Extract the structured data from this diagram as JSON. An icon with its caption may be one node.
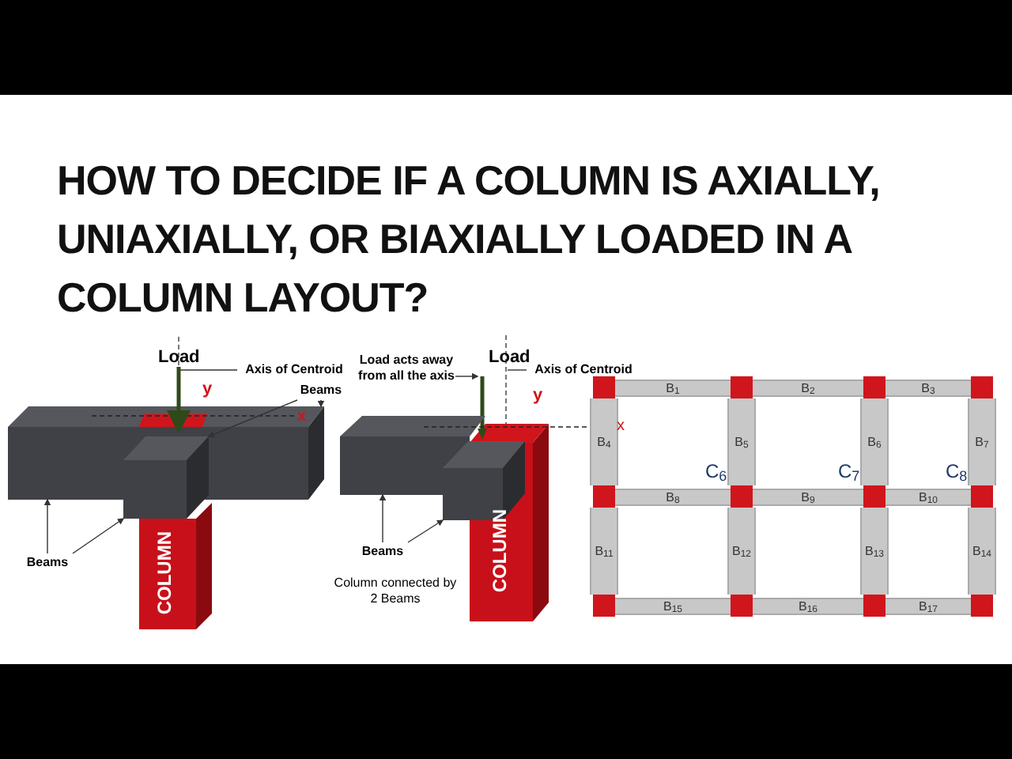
{
  "diagram": {
    "title": "HOW TO DECIDE IF A COLUMN IS AXIALLY, UNIAXIALLY, OR BIAXIALLY LOADED IN A COLUMN LAYOUT?",
    "nodes": [
      {
        "text": [
          "Axis of Centroid"
        ]
      },
      {
        "text": [
          "Beams"
        ]
      },
      {
        "text": [
          "Beams"
        ]
      },
      {
        "text": [
          "Load acts away from all the axis"
        ]
      },
      {
        "text": [
          "Axis of Centroid"
        ]
      },
      {
        "text": [
          "Beams"
        ]
      },
      {
        "text": [],
        "shape": "box"
      },
      {
        "text": [],
        "shape": "box"
      },
      {
        "text": [],
        "shape": "box"
      },
      {
        "text": [],
        "shape": "box"
      },
      {
        "text": [],
        "shape": "box"
      },
      {
        "text": [],
        "shape": "box",
        "beside": [
          "C$_{6}$"
        ]
      },
      {
        "text": [],
        "shape": "box",
        "beside": [
          "C$_{7}$"
        ]
      },
      {
        "text": [],
        "shape": "box",
        "beside": [
          "C$_{8}$"
        ]
      },
      {
        "text": [],
        "shape": "box"
      },
      {
        "text": [],
        "shape": "box"
      },
      {
        "text": [],
        "shape": "box"
      },
      {
        "text": [],
        "shape": "box"
      },
      {
        "text": [
          "B$_{1}$"
        ]
      },
      {
        "text": [
          "B$_{2}$"
        ]
      },
      {
        "text": [
          "B$_{3}$"
        ]
      },
      {
        "text": [
          "B$_{4}$"
        ]
      },
      {
        "text": [
          "B$_{5}$"
        ]
      },
      {
        "text": [
          "B$_{6}$"
        ]
      },
      {
        "text": [
          "B$_{7}$"
        ]
      },
      {
        "text": [
          "B$_{8}$"
        ]
      },
      {
        "text": [
          "B$_{9}$"
        ]
      },
      {
        "text": [
          "B$_{10}$"
        ]
      },
      {
        "text": [
          "B$_{11}$"
        ]
      },
      {
        "text": [
          "B$_{12}$"
        ]
      },
      {
        "text": [
          "B$_{13}$"
        ]
      },
      {
        "text": [
          "B$_{14}$"
        ]
      },
      {
        "text": [
          "B$_{15}$"
        ]
      },
      {
        "text": [
          "B$_{16}$"
        ]
      },
      {
        "text": [
          "B$_{17}$"
        ]
      },
      {
        "text": [],
        "shape": "line"
      },
      {
        "text": [],
        "shape": "box"
      },
      {
        "text": [],
        "shape": "box"
      },
      {
        "text": [],
        "shape": "arrow"
      },
      {
        "text": [],
        "shape": "line"
      },
      {
        "text": [],
        "shape": "box"
      },
      {
        "text": [],
        "shape": "box"
      },
      {
        "text": [],
        "shape": "bar"
      },
      {
        "text": [],
        "shape": "bar"
      }
    ],
    "edges": [
      {
        "from": 0,
        "to": 35,
        "arrow": "none"
      },
      {
        "from": 1,
        "to": 37,
        "arrow": "to"
      },
      {
        "from": 1,
        "to": 36,
        "arrow": "to"
      },
      {
        "from": 2,
        "to": 36,
        "arrow": "to"
      },
      {
        "from": 2,
        "to": 37,
        "arrow": "to"
      },
      {
        "from": 3,
        "to": 38,
        "arrow": "to"
      },
      {
        "from": 4,
        "to": 39,
        "arrow": "none"
      },
      {
        "from": 5,
        "to": 40,
        "arrow": "to"
      },
      {
        "from": 5,
        "to": 41,
        "arrow": "to"
      }
    ],
    "labels": [
      "Load",
      "y",
      "x",
      "COLUMN",
      "Load",
      "y",
      "Column connected by 2 Beams",
      "COLUMN",
      "x"
    ]
  }
}
